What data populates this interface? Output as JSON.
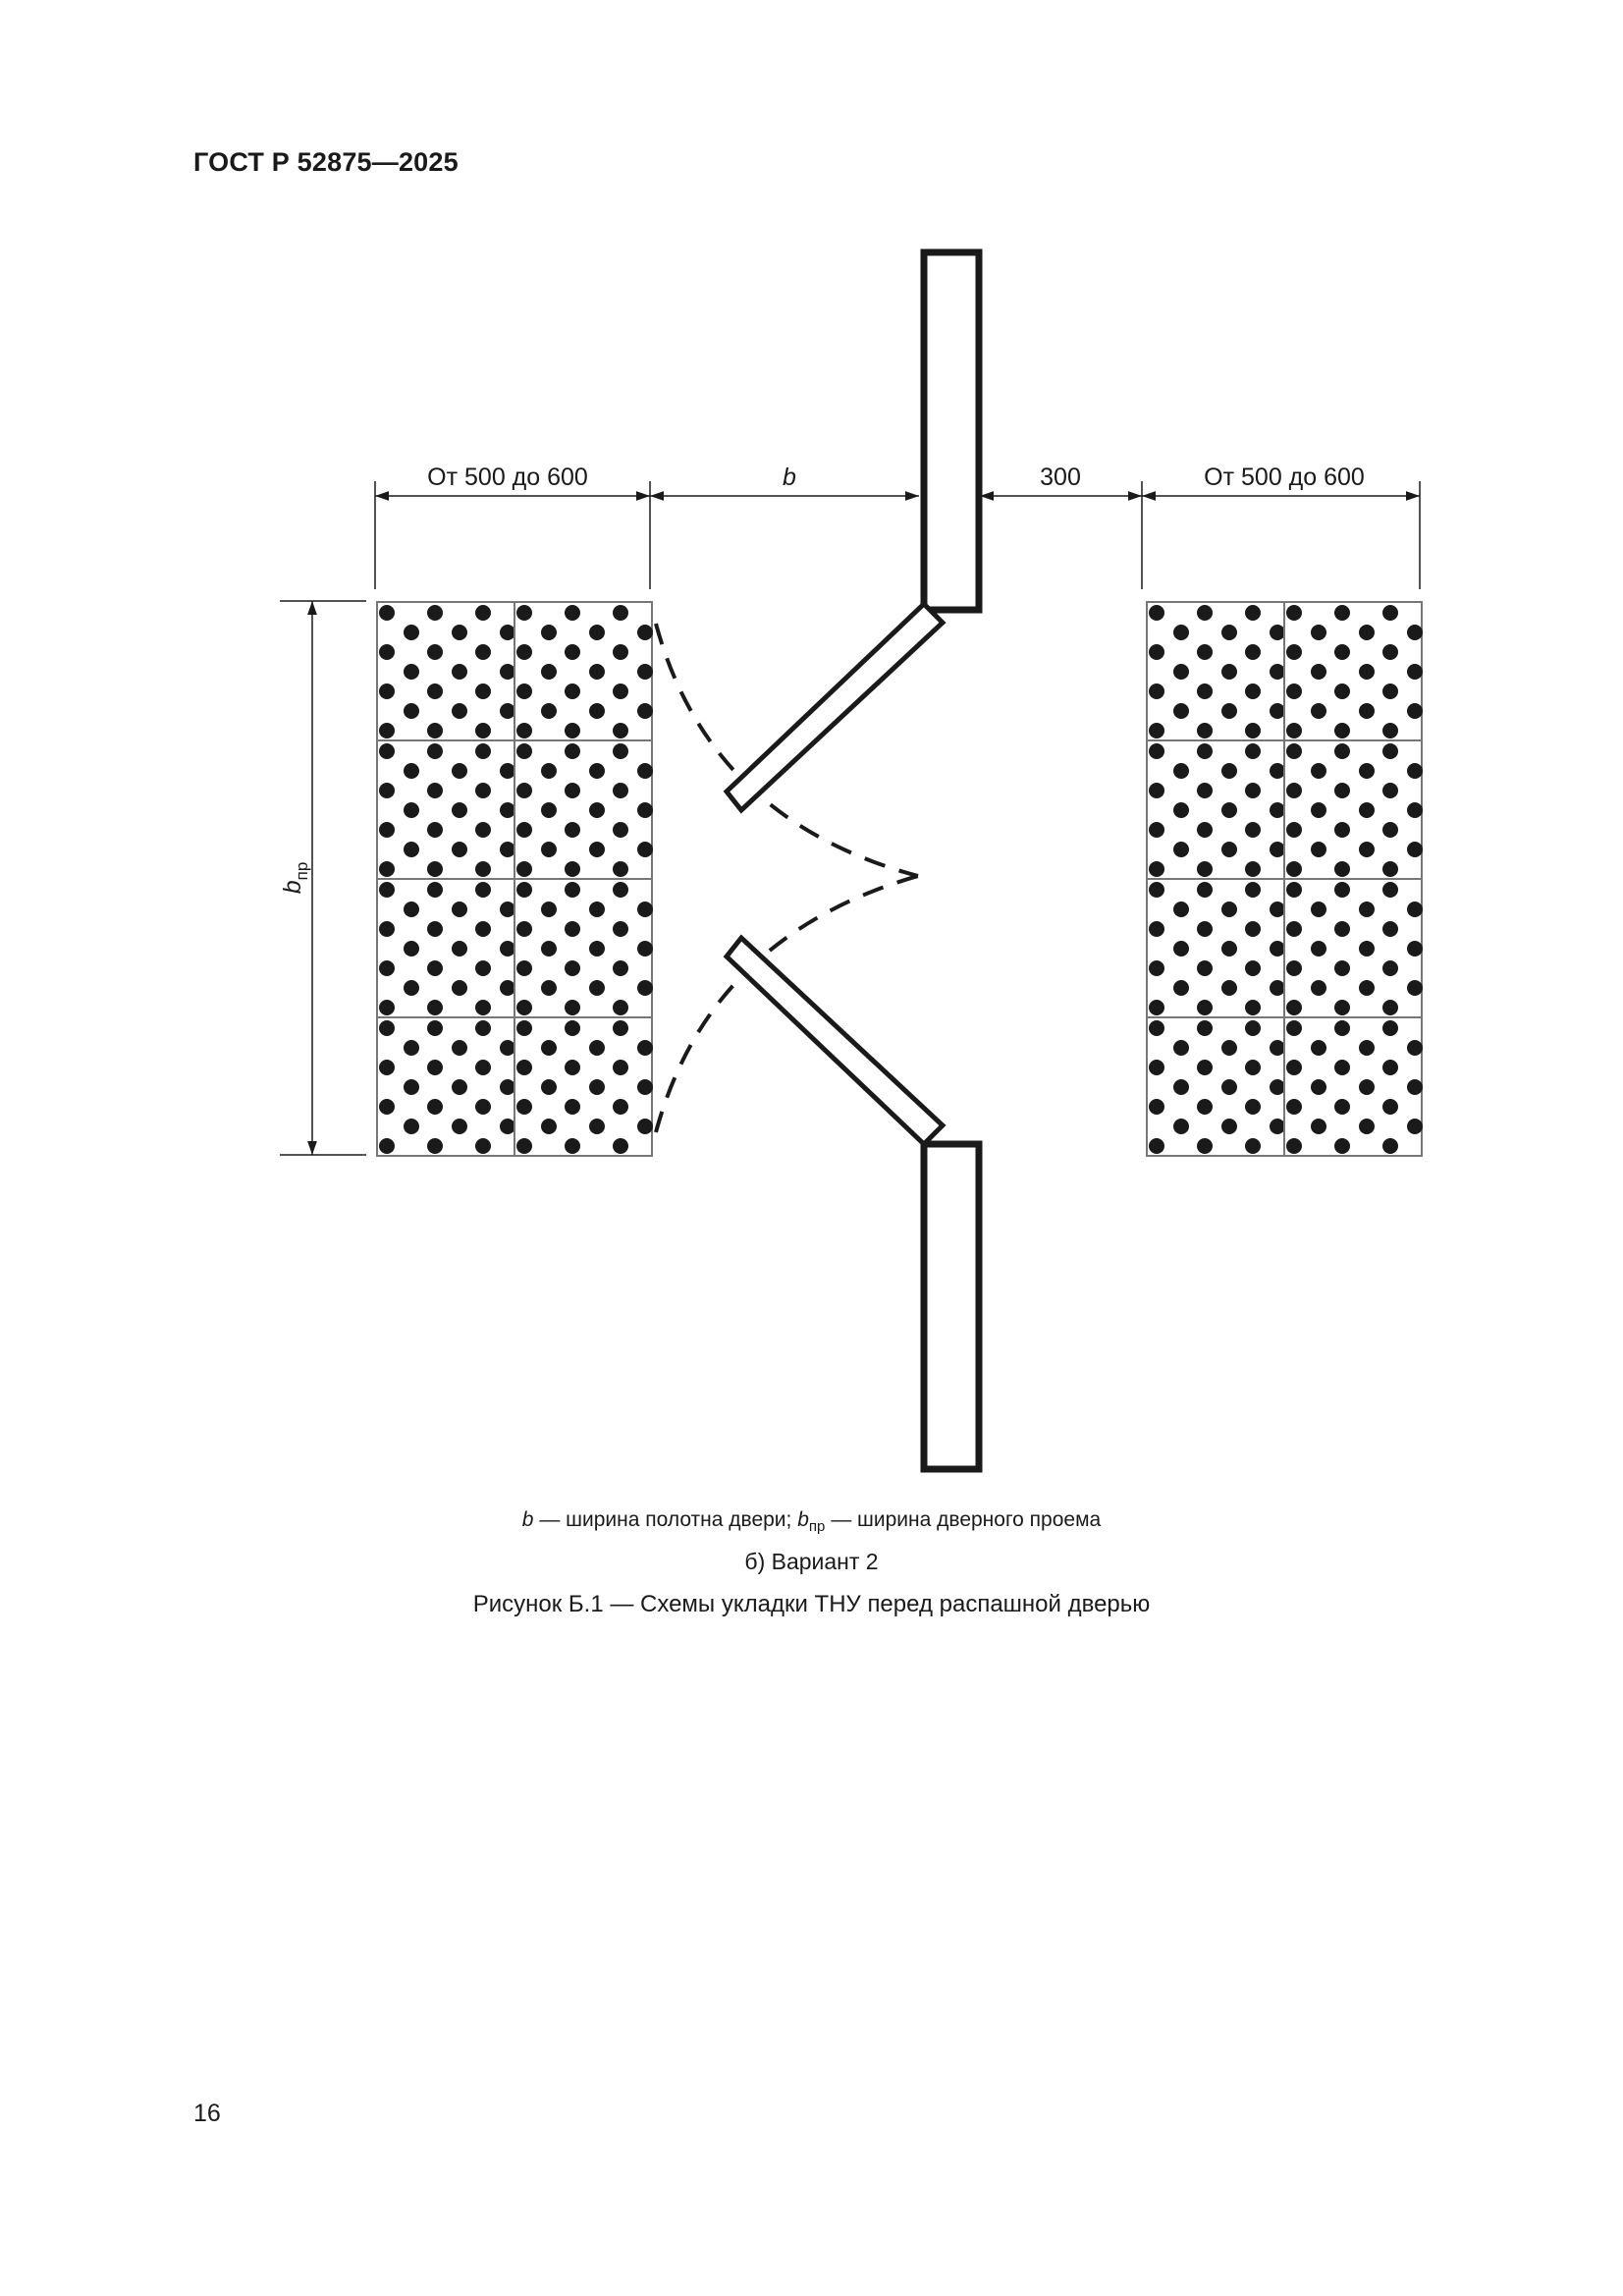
{
  "header": {
    "title": "ГОСТ Р 52875—2025"
  },
  "diagram": {
    "dimensions": {
      "left_tiles_width": "От 500 до 600",
      "door_leaf_width": "b",
      "gap": "300",
      "right_tiles_width": "От 500 до 600",
      "opening_symbol": "b",
      "opening_subscript": "пр"
    }
  },
  "legend": {
    "symbol_b": "b",
    "text_b": " — ширина полотна двери; ",
    "symbol_bpr": "b",
    "subscript_bpr": "пр",
    "text_bpr": " — ширина дверного проема"
  },
  "caption": {
    "variant": "б)  Вариант 2",
    "figure_title": "Рисунок Б.1 — Схемы укладки ТНУ перед распашной дверью"
  },
  "page": {
    "number": "16"
  },
  "colors": {
    "ink": "#1a1a1a",
    "tile_grid": "#777777"
  }
}
